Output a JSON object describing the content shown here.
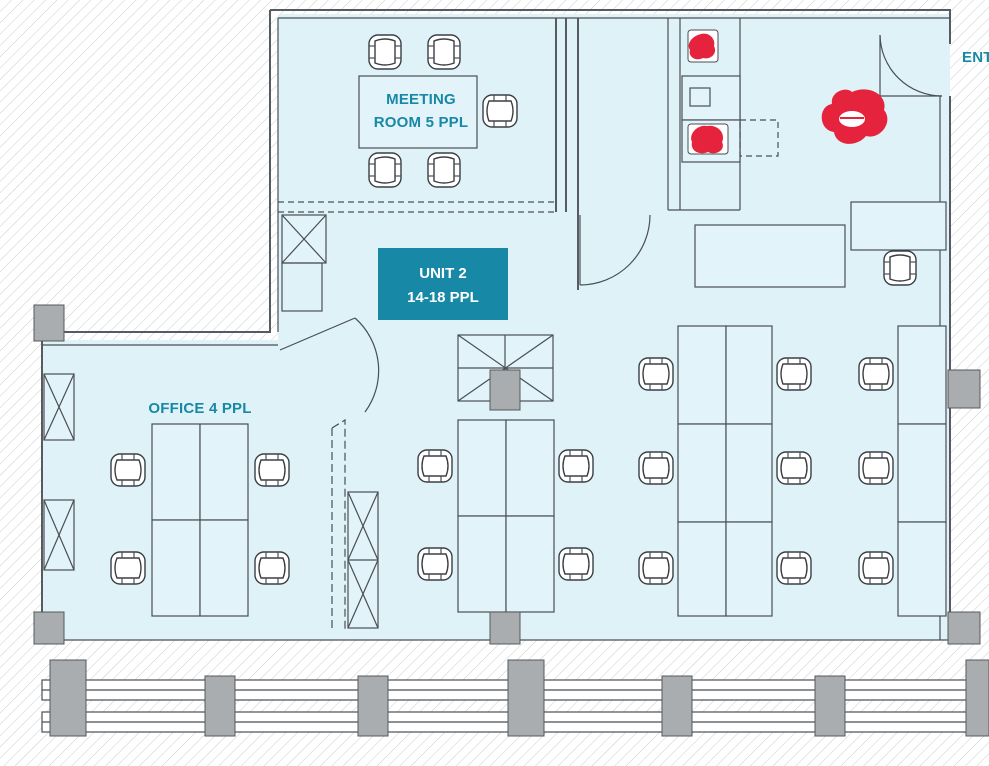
{
  "labels": {
    "meeting_line1": "MEETING",
    "meeting_line2": "ROOM 5 PPL",
    "unit_line1": "UNIT 2",
    "unit_line2": "14-18 PPL",
    "office": "OFFICE 4 PPL",
    "entrance": "ENT"
  },
  "colors": {
    "floor": "#dff2f8",
    "accent": "#1788a6",
    "unit_badge": "#1788a6",
    "logo": "#e5233d",
    "column": "#a9adb0",
    "wall": "#555b60"
  },
  "icons": {
    "brand_logo": "brand-logo-icon",
    "small_logos": [
      "small-logo-icon",
      "small-logo-icon"
    ]
  }
}
